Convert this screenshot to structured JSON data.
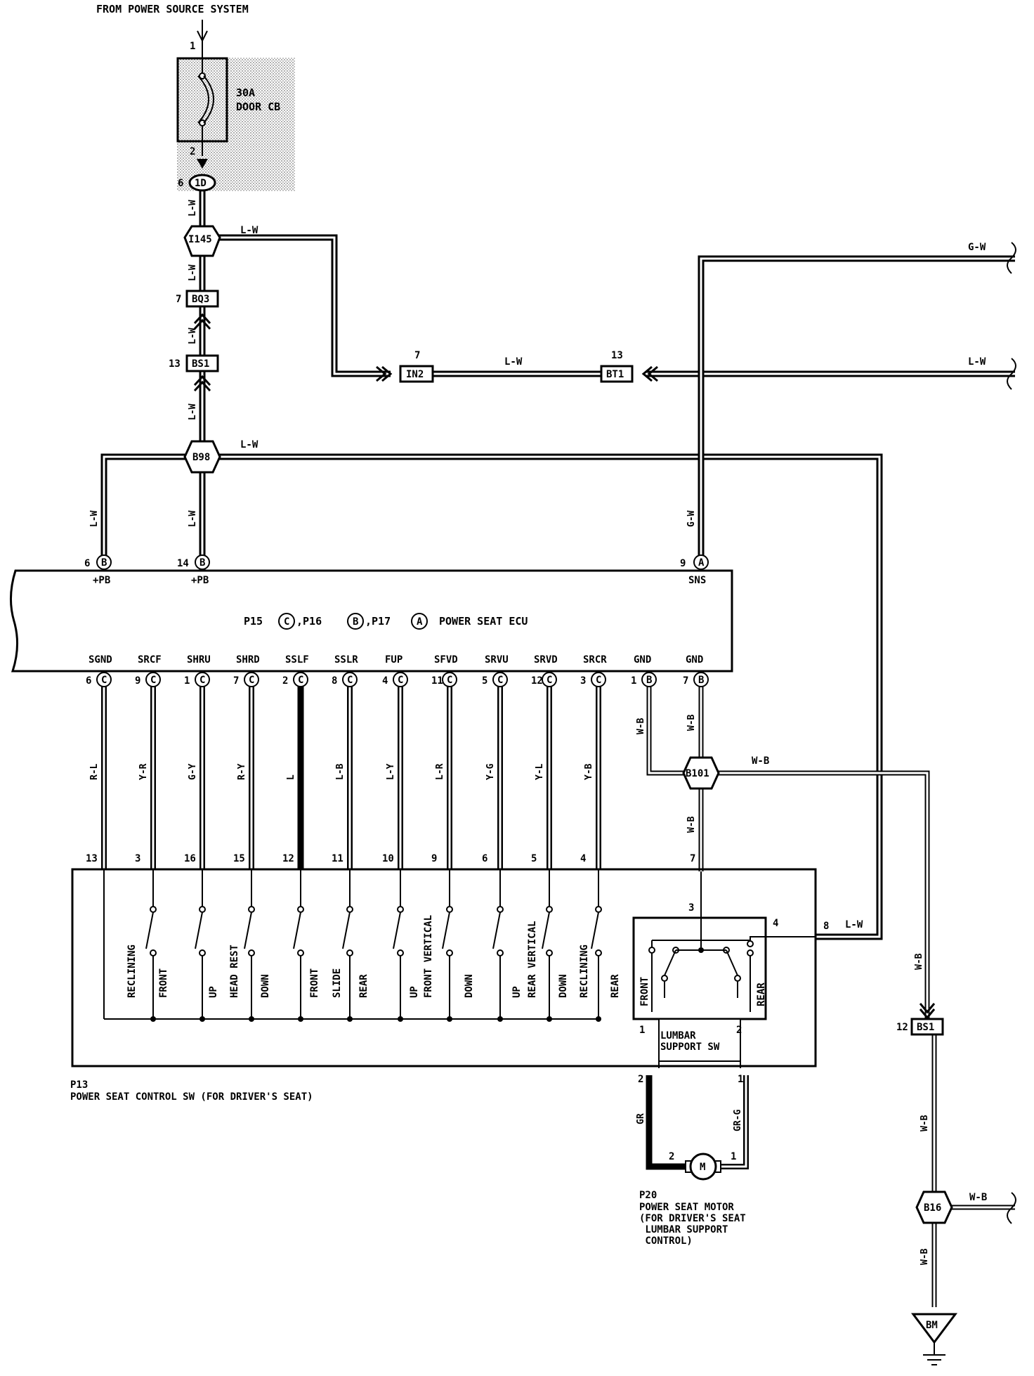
{
  "header": {
    "source": "FROM POWER SOURCE SYSTEM"
  },
  "breaker": {
    "rating": "30A",
    "name": "DOOR CB",
    "pin_in": "1",
    "pin_out": "2"
  },
  "connectors": {
    "c1D": {
      "id": "1D",
      "pin": "6"
    },
    "I145": {
      "id": "I145"
    },
    "BQ3": {
      "id": "BQ3",
      "pin": "7"
    },
    "BS1_top": {
      "id": "BS1",
      "pin": "13"
    },
    "IN2": {
      "id": "IN2",
      "pin": "7"
    },
    "BT1": {
      "id": "BT1",
      "pin": "13"
    },
    "B98": {
      "id": "B98"
    },
    "B101": {
      "id": "B101"
    },
    "BS1_right": {
      "id": "BS1",
      "pin": "12"
    },
    "B16": {
      "id": "B16"
    },
    "BM": {
      "id": "BM"
    }
  },
  "wires": {
    "lw": "L-W",
    "gw": "G-W",
    "wb": "W-B",
    "gr": "GR",
    "grg": "GR-G"
  },
  "ecu": {
    "title_parts": [
      "P15",
      "C",
      ",P16",
      "B",
      ",P17",
      "A",
      "POWER SEAT ECU"
    ],
    "top_pins": [
      {
        "num": "6",
        "conn": "B",
        "label": "+PB",
        "wire": "L-W"
      },
      {
        "num": "14",
        "conn": "B",
        "label": "+PB",
        "wire": "L-W"
      },
      {
        "num": "9",
        "conn": "A",
        "label": "SNS",
        "wire": "G-W"
      }
    ],
    "bottom_pins": [
      {
        "label": "SGND",
        "num": "6",
        "conn": "C",
        "wire": "R-L",
        "sw_pin": "13"
      },
      {
        "label": "SRCF",
        "num": "9",
        "conn": "C",
        "wire": "Y-R",
        "sw_pin": "3"
      },
      {
        "label": "SHRU",
        "num": "1",
        "conn": "C",
        "wire": "G-Y",
        "sw_pin": "16"
      },
      {
        "label": "SHRD",
        "num": "7",
        "conn": "C",
        "wire": "R-Y",
        "sw_pin": "15"
      },
      {
        "label": "SSLF",
        "num": "2",
        "conn": "C",
        "wire": "L",
        "sw_pin": "12"
      },
      {
        "label": "SSLR",
        "num": "8",
        "conn": "C",
        "wire": "L-B",
        "sw_pin": "11"
      },
      {
        "label": "FUP",
        "num": "4",
        "conn": "C",
        "wire": "L-Y",
        "sw_pin": "10"
      },
      {
        "label": "SFVD",
        "num": "11",
        "conn": "C",
        "wire": "L-R",
        "sw_pin": "9"
      },
      {
        "label": "SRVU",
        "num": "5",
        "conn": "C",
        "wire": "Y-G",
        "sw_pin": "6"
      },
      {
        "label": "SRVD",
        "num": "12",
        "conn": "C",
        "wire": "Y-L",
        "sw_pin": "5"
      },
      {
        "label": "SRCR",
        "num": "3",
        "conn": "C",
        "wire": "Y-B",
        "sw_pin": "4"
      },
      {
        "label": "GND",
        "num": "1",
        "conn": "B",
        "wire": "W-B",
        "sw_pin": ""
      },
      {
        "label": "GND",
        "num": "7",
        "conn": "B",
        "wire": "W-B",
        "sw_pin": "7"
      }
    ]
  },
  "switch_words": [
    {
      "text": "RECLINING"
    },
    {
      "text": "FRONT"
    },
    {
      "text": "UP"
    },
    {
      "text": "HEAD REST"
    },
    {
      "text": "DOWN"
    },
    {
      "text": "FRONT"
    },
    {
      "text": "SLIDE"
    },
    {
      "text": "REAR"
    },
    {
      "text": "UP"
    },
    {
      "text": "FRONT VERTICAL"
    },
    {
      "text": "DOWN"
    },
    {
      "text": "UP"
    },
    {
      "text": "REAR VERTICAL"
    },
    {
      "text": "DOWN"
    },
    {
      "text": "RECLINING"
    },
    {
      "text": "REAR"
    }
  ],
  "lumbar": {
    "pin3": "3",
    "pin4": "4",
    "pin8": "8",
    "pin1": "1",
    "pin2": "2",
    "front": "FRONT",
    "rear": "REAR",
    "name_line1": "LUMBAR",
    "name_line2": "SUPPORT SW",
    "out_pin2": "2",
    "out_pin1": "1"
  },
  "control_sw": {
    "id": "P13",
    "name": "POWER SEAT CONTROL SW (FOR DRIVER'S SEAT)"
  },
  "motor": {
    "symbol": "M",
    "pin_left": "2",
    "pin_right": "1",
    "id": "P20",
    "lines": [
      "POWER SEAT MOTOR",
      "(FOR DRIVER'S SEAT",
      " LUMBAR SUPPORT",
      " CONTROL)"
    ]
  }
}
